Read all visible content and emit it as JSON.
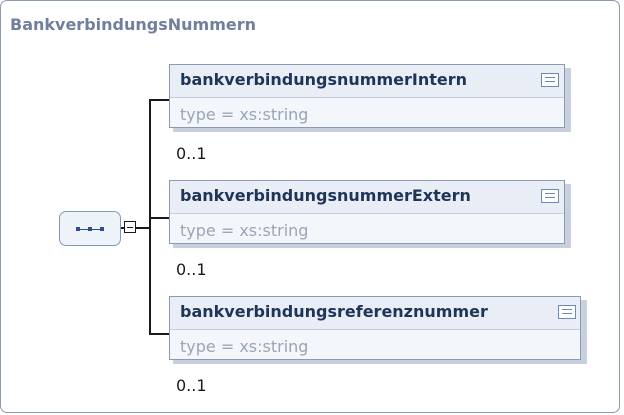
{
  "diagram": {
    "title": "BankverbindungsNummern",
    "elements": [
      {
        "name": "bankverbindungsnummerIntern",
        "type": "type = xs:string",
        "cardinality": "0..1",
        "icon": "documentation-icon"
      },
      {
        "name": "bankverbindungsnummerExtern",
        "type": "type = xs:string",
        "cardinality": "0..1",
        "icon": "documentation-icon"
      },
      {
        "name": "bankverbindungsreferenznummer",
        "type": "type = xs:string",
        "cardinality": "0..1",
        "icon": "documentation-icon"
      }
    ],
    "compositor": {
      "kind": "sequence",
      "icon": "sequence-icon",
      "collapse_icon": "collapse-minus-icon"
    }
  }
}
